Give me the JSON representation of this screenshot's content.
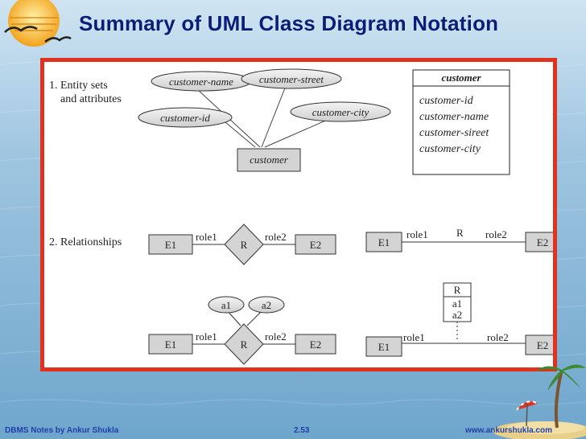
{
  "slide": {
    "title": "Summary of UML Class Diagram Notation"
  },
  "footer": {
    "left": "DBMS Notes by Ankur Shukla",
    "center": "2.53",
    "right": "www.ankurshukla.com"
  },
  "diagram": {
    "section1_label_line1": "1. Entity sets",
    "section1_label_line2": "and attributes",
    "section2_label": "2. Relationships",
    "er_attr_name": "customer-name",
    "er_attr_street": "customer-street",
    "er_attr_id": "customer-id",
    "er_attr_city": "customer-city",
    "er_entity": "customer",
    "uml_class_name": "customer",
    "uml_attr_1": "customer-id",
    "uml_attr_2": "customer-name",
    "uml_attr_3": "customer-sireet",
    "uml_attr_4": "customer-city",
    "rel1_e1": "E1",
    "rel1_role1": "role1",
    "rel1_r": "R",
    "rel1_role2": "role2",
    "rel1_e2": "E2",
    "uml_rel1_e1": "E1",
    "uml_rel1_role1": "role1",
    "uml_rel1_r": "R",
    "uml_rel1_role2": "role2",
    "uml_rel1_e2": "E2",
    "rel2_a1": "a1",
    "rel2_a2": "a2",
    "rel2_e1": "E1",
    "rel2_role1": "role1",
    "rel2_r": "R",
    "rel2_role2": "role2",
    "rel2_e2": "E2",
    "uml_assoc_r": "R",
    "uml_assoc_a1": "a1",
    "uml_assoc_a2": "a2",
    "uml_rel2_e1": "E1",
    "uml_rel2_role1": "role1",
    "uml_rel2_role2": "role2",
    "uml_rel2_e2": "E2"
  }
}
